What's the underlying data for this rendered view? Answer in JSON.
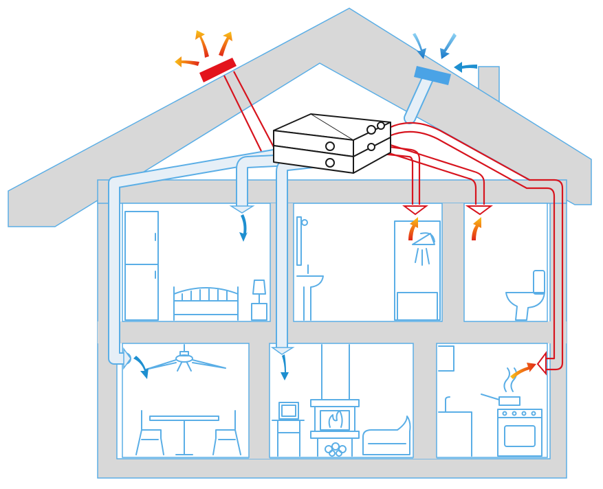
{
  "diagram": {
    "subject": "house-ventilation-heat-recovery",
    "colors": {
      "wall_fill": "#d8d8d8",
      "outline": "#5aaee6",
      "fresh_duct": "#e6eff7",
      "exhaust_duct": "#d7141e",
      "fresh_arrow": "#1e8fd0",
      "warm_arrow_top": "#f7c21a",
      "warm_arrow_bottom": "#e02618",
      "background": "#ffffff"
    },
    "rooms": [
      {
        "name": "bedroom",
        "supply": "fresh"
      },
      {
        "name": "bathroom",
        "supply": "exhaust"
      },
      {
        "name": "toilet",
        "supply": "exhaust"
      },
      {
        "name": "dining-room",
        "supply": "fresh"
      },
      {
        "name": "living-room",
        "supply": "fresh"
      },
      {
        "name": "kitchen",
        "supply": "exhaust"
      }
    ]
  }
}
